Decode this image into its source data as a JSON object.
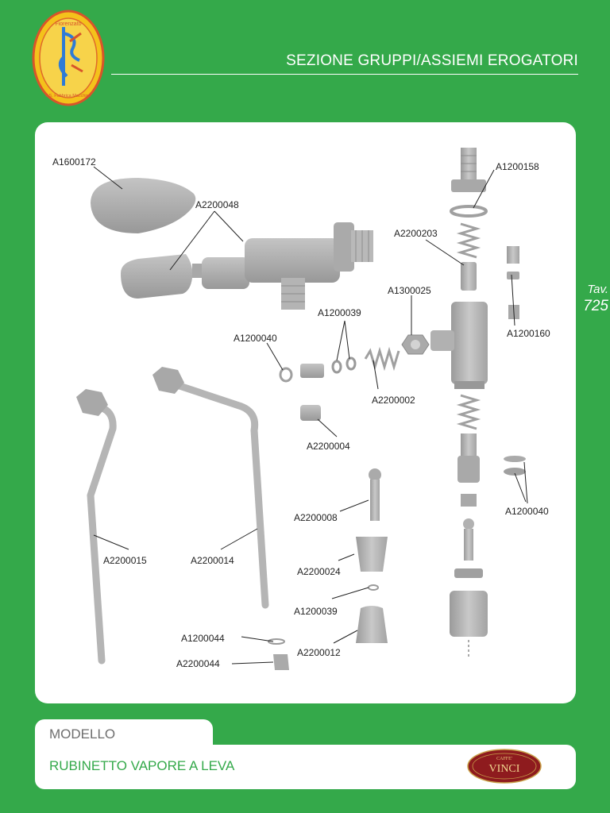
{
  "header": {
    "section_title": "SEZIONE GRUPPI/ASSIEMI EROGATORI",
    "logo_text_top": "Fiorenzato",
    "logo_text_bottom": "F.S. Fabbrica Macchine"
  },
  "side": {
    "tav_label": "Tav.",
    "tav_number": "725"
  },
  "parts": [
    "A1600172",
    "A2200048",
    "A1200158",
    "A2200203",
    "A1300025",
    "A1200039",
    "A1200040",
    "A1200160",
    "A2200002",
    "A2200004",
    "A2200008",
    "A1200040",
    "A2200015",
    "A2200014",
    "A2200024",
    "A1200039",
    "A1200044",
    "A2200012",
    "A2200044"
  ],
  "footer": {
    "modello_label": "MODELLO",
    "model_name": "RUBINETTO VAPORE A LEVA",
    "brand_small": "CAFFE'",
    "brand_name": "VINCI"
  },
  "colors": {
    "background": "#34a94a",
    "panel": "#ffffff",
    "part_gray": "#b3b3b3",
    "brand": "#8e1b1e"
  }
}
